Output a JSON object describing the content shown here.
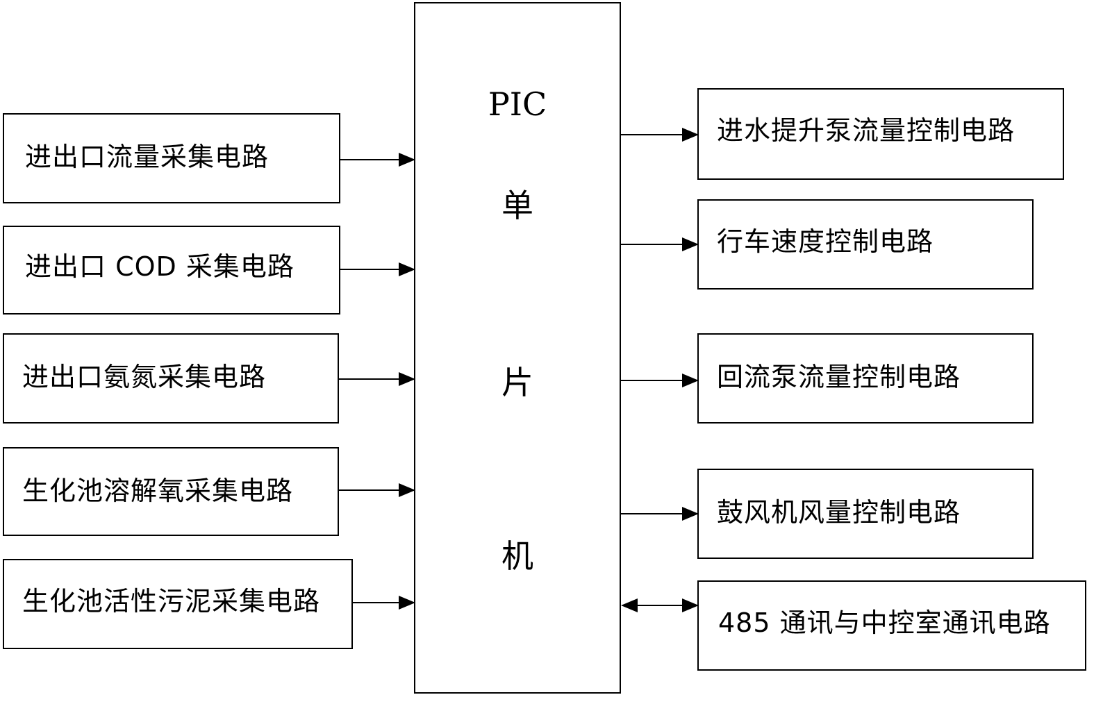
{
  "mcu": {
    "line1": "PIC",
    "line2": "单",
    "line3": "片",
    "line4": "机"
  },
  "inputs": [
    {
      "label": "进出口流量采集电路"
    },
    {
      "label": "进出口 COD 采集电路"
    },
    {
      "label": "进出口氨氮采集电路"
    },
    {
      "label": "生化池溶解氧采集电路"
    },
    {
      "label": "生化池活性污泥采集电路"
    }
  ],
  "outputs": [
    {
      "label": "进水提升泵流量控制电路"
    },
    {
      "label": "行车速度控制电路"
    },
    {
      "label": "回流泵流量控制电路"
    },
    {
      "label": "鼓风机风量控制电路"
    },
    {
      "label": "485 通讯与中控室通讯电路"
    }
  ]
}
